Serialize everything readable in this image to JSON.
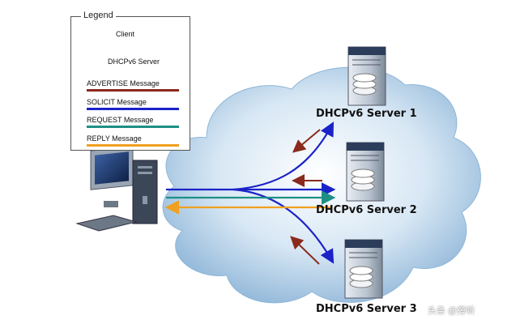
{
  "legend": {
    "title": "Legend",
    "client_label": "Client",
    "server_label": "DHCPv6 Server",
    "messages": [
      {
        "label": "ADVERTISE Message",
        "color": "#8a2a1c"
      },
      {
        "label": "SOLICIT Message",
        "color": "#1a22c8"
      },
      {
        "label": "REQUEST Message",
        "color": "#1e8f86"
      },
      {
        "label": "REPLY Message",
        "color": "#f0a020"
      }
    ]
  },
  "servers": [
    {
      "label": "DHCPv6 Server 1"
    },
    {
      "label": "DHCPv6 Server 2"
    },
    {
      "label": "DHCPv6 Server 3"
    }
  ],
  "watermark": "头条 @旁听"
}
